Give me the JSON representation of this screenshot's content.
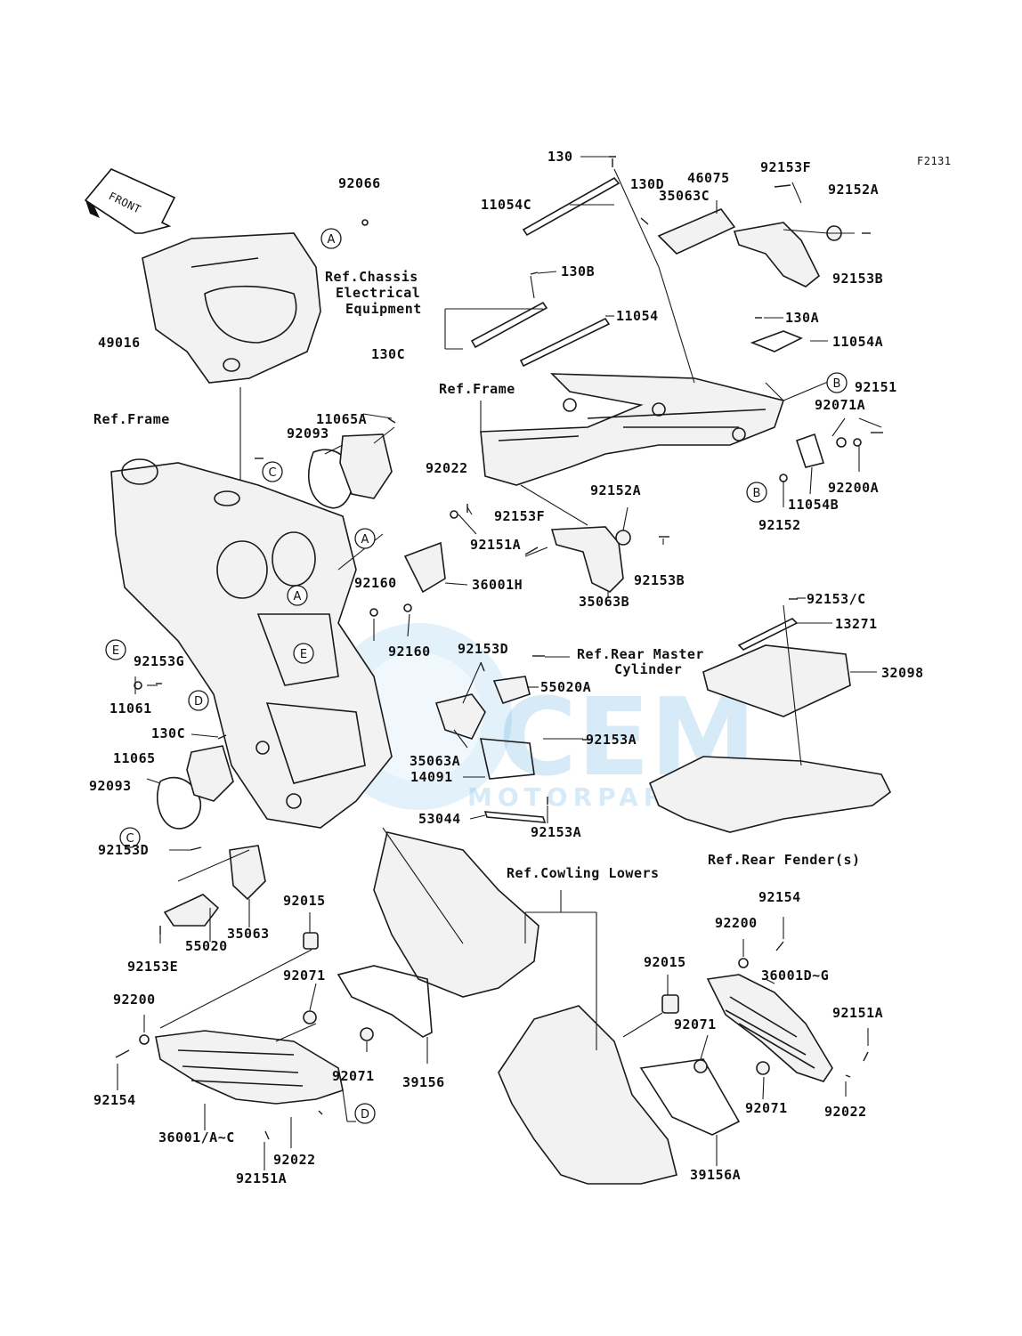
{
  "figure_code": "F2131",
  "front_arrow": "FRONT",
  "watermark": {
    "logo_text": "CEM",
    "sub_text": "MOTORPARTS"
  },
  "part_labels": [
    {
      "id": "p130",
      "text": "130"
    },
    {
      "id": "p130d",
      "text": "130D"
    },
    {
      "id": "p11054c",
      "text": "11054C"
    },
    {
      "id": "p46075",
      "text": "46075"
    },
    {
      "id": "p35063c",
      "text": "35063C"
    },
    {
      "id": "p92153f_top",
      "text": "92153F"
    },
    {
      "id": "p92152a_top",
      "text": "92152A"
    },
    {
      "id": "p92153b_top",
      "text": "92153B"
    },
    {
      "id": "p92066",
      "text": "92066"
    },
    {
      "id": "p130b",
      "text": "130B"
    },
    {
      "id": "p11054",
      "text": "11054"
    },
    {
      "id": "p130a",
      "text": "130A"
    },
    {
      "id": "p11054a",
      "text": "11054A"
    },
    {
      "id": "p49016",
      "text": "49016"
    },
    {
      "id": "p130c_top",
      "text": "130C"
    },
    {
      "id": "p11065a",
      "text": "11065A"
    },
    {
      "id": "p92093_top",
      "text": "92093"
    },
    {
      "id": "p92151",
      "text": "92151"
    },
    {
      "id": "p92071a",
      "text": "92071A"
    },
    {
      "id": "p92200a",
      "text": "92200A"
    },
    {
      "id": "p11054b",
      "text": "11054B"
    },
    {
      "id": "p92152",
      "text": "92152"
    },
    {
      "id": "p92022_mid",
      "text": "92022"
    },
    {
      "id": "p92152a_mid",
      "text": "92152A"
    },
    {
      "id": "p92153f_mid",
      "text": "92153F"
    },
    {
      "id": "p92151a_mid",
      "text": "92151A"
    },
    {
      "id": "p92153b_mid",
      "text": "92153B"
    },
    {
      "id": "p92160_a",
      "text": "92160"
    },
    {
      "id": "p36001h",
      "text": "36001H"
    },
    {
      "id": "p35063b",
      "text": "35063B"
    },
    {
      "id": "p92160_b",
      "text": "92160"
    },
    {
      "id": "p92153c",
      "text": "92153/C"
    },
    {
      "id": "p13271",
      "text": "13271"
    },
    {
      "id": "p92153g",
      "text": "92153G"
    },
    {
      "id": "p92153d_mid",
      "text": "92153D"
    },
    {
      "id": "p55020a",
      "text": "55020A"
    },
    {
      "id": "p32098",
      "text": "32098"
    },
    {
      "id": "p11061",
      "text": "11061"
    },
    {
      "id": "p130c_mid",
      "text": "130C"
    },
    {
      "id": "p35063a",
      "text": "35063A"
    },
    {
      "id": "p92153a_a",
      "text": "92153A"
    },
    {
      "id": "p11065",
      "text": "11065"
    },
    {
      "id": "p14091",
      "text": "14091"
    },
    {
      "id": "p92093_low",
      "text": "92093"
    },
    {
      "id": "p53044",
      "text": "53044"
    },
    {
      "id": "p92153a_b",
      "text": "92153A"
    },
    {
      "id": "p92153d_low",
      "text": "92153D"
    },
    {
      "id": "p92015_l",
      "text": "92015"
    },
    {
      "id": "p55020",
      "text": "55020"
    },
    {
      "id": "p35063",
      "text": "35063"
    },
    {
      "id": "p92153e",
      "text": "92153E"
    },
    {
      "id": "p92154_r",
      "text": "92154"
    },
    {
      "id": "p92200_r",
      "text": "92200"
    },
    {
      "id": "p92015_r",
      "text": "92015"
    },
    {
      "id": "p36001dg",
      "text": "36001D~G"
    },
    {
      "id": "p92071_l1",
      "text": "92071"
    },
    {
      "id": "p92200_l",
      "text": "92200"
    },
    {
      "id": "p92151a_r",
      "text": "92151A"
    },
    {
      "id": "p92071_r1",
      "text": "92071"
    },
    {
      "id": "p92071_l2",
      "text": "92071"
    },
    {
      "id": "p39156",
      "text": "39156"
    },
    {
      "id": "p92154_l",
      "text": "92154"
    },
    {
      "id": "p92071_r2",
      "text": "92071"
    },
    {
      "id": "p92022_r",
      "text": "92022"
    },
    {
      "id": "p36001ac",
      "text": "36001/A~C"
    },
    {
      "id": "p92022_l",
      "text": "92022"
    },
    {
      "id": "p92151a_l",
      "text": "92151A"
    },
    {
      "id": "p39156a",
      "text": "39156A"
    }
  ],
  "references": {
    "chassis_electrical": [
      "Ref.Chassis",
      "Electrical",
      "Equipment"
    ],
    "frame_top": "Ref.Frame",
    "frame_left": "Ref.Frame",
    "rear_master": [
      "Ref.Rear Master",
      "Cylinder"
    ],
    "rear_fender": "Ref.Rear Fender(s)",
    "cowling_lowers": "Ref.Cowling Lowers"
  },
  "callouts": [
    {
      "id": "c_a1",
      "letter": "A"
    },
    {
      "id": "c_a2",
      "letter": "A"
    },
    {
      "id": "c_a3",
      "letter": "A"
    },
    {
      "id": "c_b1",
      "letter": "B"
    },
    {
      "id": "c_b2",
      "letter": "B"
    },
    {
      "id": "c_c1",
      "letter": "C"
    },
    {
      "id": "c_c2",
      "letter": "C"
    },
    {
      "id": "c_d1",
      "letter": "D"
    },
    {
      "id": "c_d2",
      "letter": "D"
    },
    {
      "id": "c_e1",
      "letter": "E"
    },
    {
      "id": "c_e2",
      "letter": "E"
    }
  ]
}
